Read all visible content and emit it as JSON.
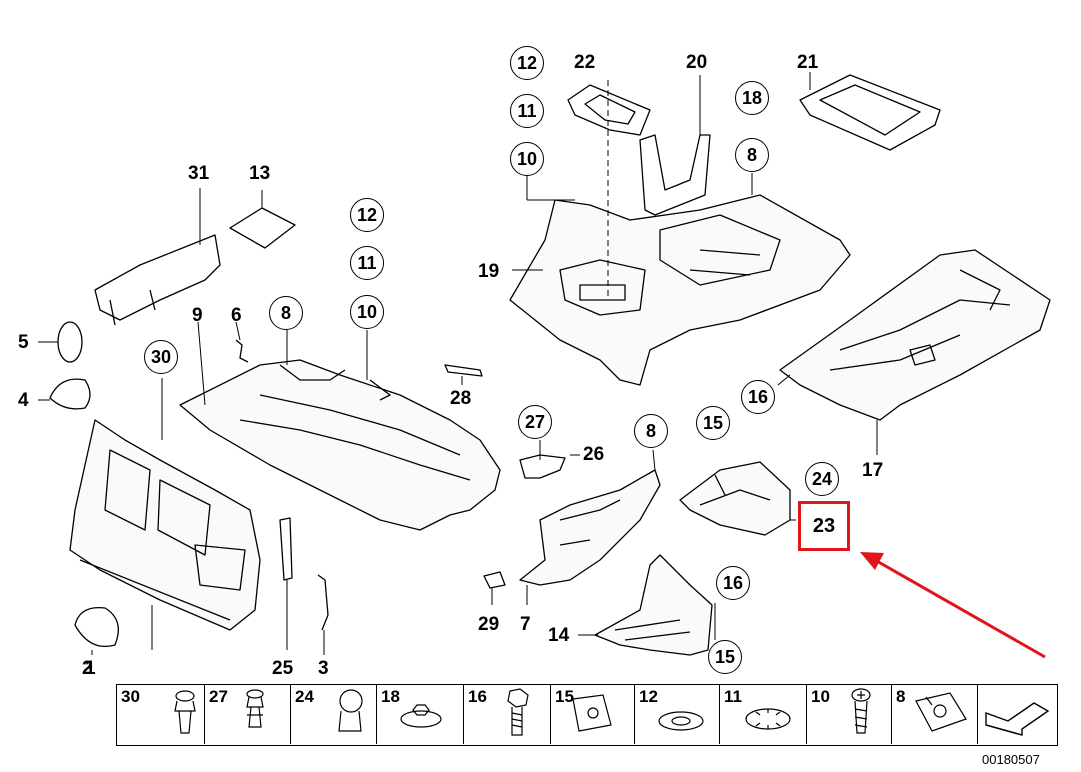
{
  "diagram": {
    "document_number": "00180507",
    "highlight_color": "#e0151b",
    "highlighted_label": "23",
    "labels": {
      "l1": "1",
      "l2": "2",
      "l3": "3",
      "l4": "4",
      "l5": "5",
      "l6": "6",
      "l7": "7",
      "l9": "9",
      "l13": "13",
      "l14": "14",
      "l17": "17",
      "l19": "19",
      "l20": "20",
      "l21": "21",
      "l22": "22",
      "l23": "23",
      "l25": "25",
      "l26": "26",
      "l28": "28",
      "l29": "29",
      "l31": "31"
    },
    "circled": {
      "c12a": "12",
      "c11a": "11",
      "c10a": "10",
      "c18": "18",
      "c8a": "8",
      "c12b": "12",
      "c11b": "11",
      "c10b": "10",
      "c8b": "8",
      "c30": "30",
      "c27": "27",
      "c8c": "8",
      "c16a": "16",
      "c15a": "15",
      "c24": "24",
      "c16b": "16",
      "c15b": "15"
    },
    "legend": [
      "30",
      "27",
      "24",
      "18",
      "16",
      "15",
      "12",
      "11",
      "10",
      "8"
    ]
  }
}
